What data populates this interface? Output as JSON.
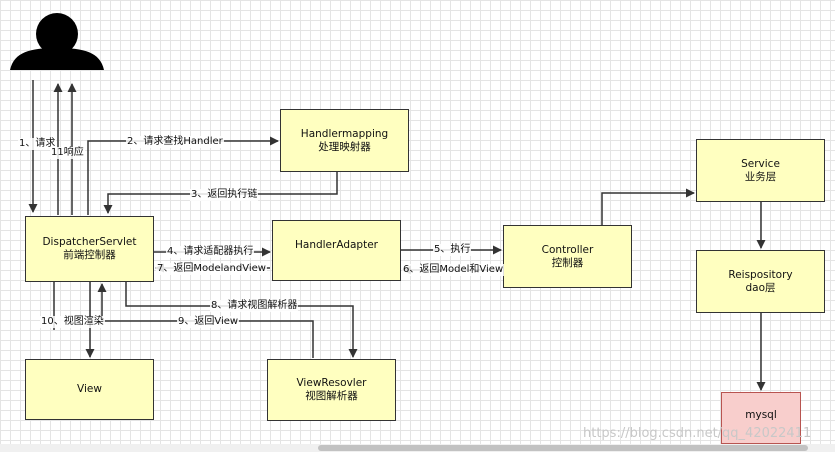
{
  "nodes": {
    "dispatcher": {
      "line1": "DispatcherServlet",
      "line2": "前端控制器"
    },
    "handler_mapping": {
      "line1": "Handlermapping",
      "line2": "处理映射器"
    },
    "handler_adapter": {
      "line1": "HandlerAdapter"
    },
    "controller": {
      "line1": "Controller",
      "line2": "控制器"
    },
    "service": {
      "line1": "Service",
      "line2": "业务层"
    },
    "repository": {
      "line1": "Reispository",
      "line2": "dao层"
    },
    "mysql": {
      "line1": "mysql"
    },
    "view": {
      "line1": "View"
    },
    "view_resolver": {
      "line1": "ViewResovler",
      "line2": "视图解析器"
    }
  },
  "edges": {
    "e1": "1、请求",
    "e11": "11响应",
    "e2": "2、请求查找Handler",
    "e3": "3、返回执行链",
    "e4": "4、请求适配器执行",
    "e7": "7、返回ModelandView",
    "e5": "5、执行",
    "e6": "6、返回Model和View",
    "e8": "8、请求视图解析器",
    "e9": "9、返回View",
    "e10": "10、视图渲染"
  },
  "watermark": "https://blog.csdn.net/qq_42022411",
  "colors": {
    "box_fill": "#ffffc0",
    "db_fill": "#f8cecc",
    "line": "#333333"
  }
}
